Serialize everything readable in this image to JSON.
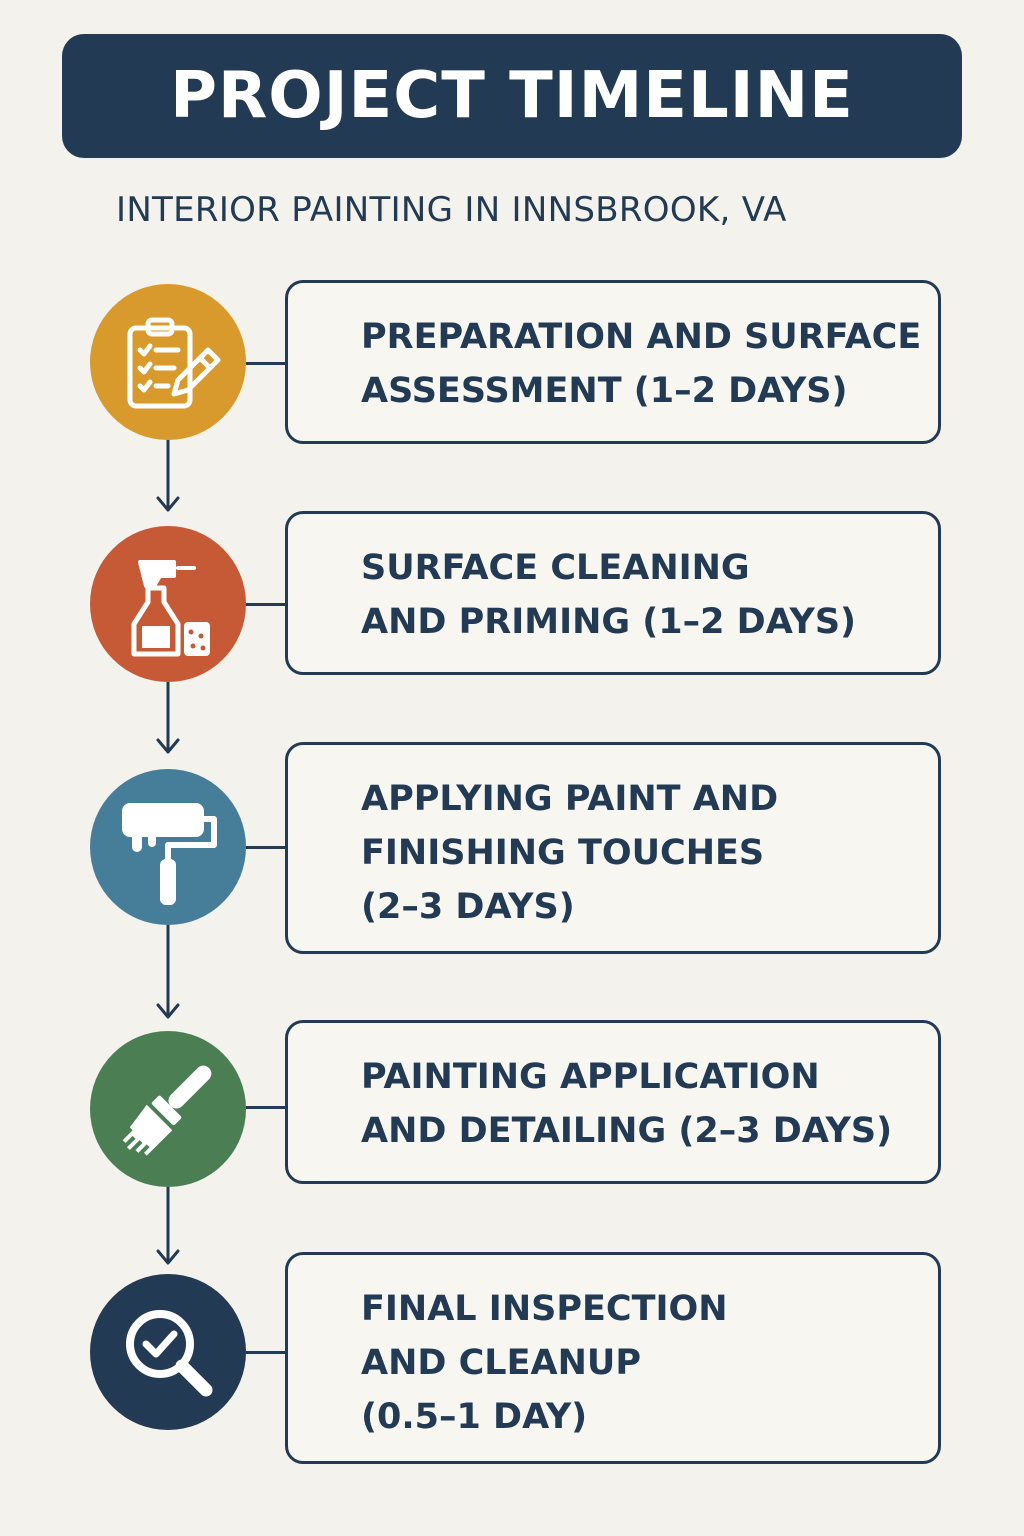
{
  "header": {
    "title": "PROJECT TIMELINE",
    "subtitle": "INTERIOR PAINTING IN INNSBROOK, VA"
  },
  "steps": [
    {
      "label": "PREPARATION AND SURFACE\nASSESSMENT (1–2 DAYS)",
      "color": "#d89a2c",
      "icon": "clipboard-checklist-pencil-icon"
    },
    {
      "label": "SURFACE CLEANING\nAND PRIMING (1–2 DAYS)",
      "color": "#c65a37",
      "icon": "spray-bottle-sponge-icon"
    },
    {
      "label": "APPLYING PAINT AND\nFINISHING TOUCHES\n(2–3 DAYS)",
      "color": "#467d98",
      "icon": "paint-roller-icon"
    },
    {
      "label": "PAINTING APPLICATION\nAND DETAILING (2–3 DAYS)",
      "color": "#4b7f53",
      "icon": "paintbrush-icon"
    },
    {
      "label": "FINAL INSPECTION\nAND CLEANUP\n(0.5–1 DAY)",
      "color": "#233a54",
      "icon": "magnifier-check-icon"
    }
  ],
  "colors": {
    "navy": "#233a54",
    "background": "#f4f2ec"
  }
}
